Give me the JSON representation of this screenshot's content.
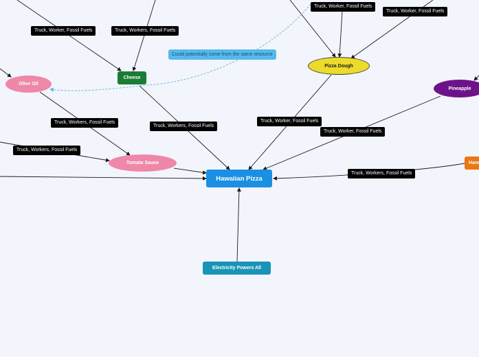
{
  "colors": {
    "background": "#f3f5fd",
    "central": "#1a8fe3",
    "cheese": "#1b7c36",
    "olive_oil": "#ef88a8",
    "tomato_sauce": "#ef88a8",
    "pizza_dough": "#ecdb2a",
    "pineapple": "#6e1289",
    "ham": "#ea7614",
    "electricity": "#1794b8",
    "edge_label": "#000000",
    "note": "#55b9ec",
    "note_link": "#55b9ec",
    "line": "#1a1a1a"
  },
  "nodes": {
    "central": "Hawaiian Pizza",
    "cheese": "Cheese",
    "olive_oil": "Olive Oil",
    "tomato_sauce": "Tomato Sauce",
    "pizza_dough": "Pizza Dough",
    "pineapple": "Pineapple",
    "ham": "Ham",
    "electricity": "Electricity Powers All"
  },
  "edge_labels": {
    "olive_tl": "Truck, Worker, Fossil Fuels",
    "cheese_top": "Truck, Workers, Fossil Fuels",
    "dough_top": "Truck, Worker, Fossil Fuels",
    "dough_top_right": "Truck, Worker, Fossil Fuels",
    "olive_to_sauce": "Truck, Workers, Fossil Fuels",
    "cheese_to_center": "Truck, Workers, Fossil Fuels",
    "dough_to_center": "Truck, Worker, Fossil Fuels",
    "pineapple_to_center": "Truck, Worker, Fossil Fuels",
    "left_to_sauce": "Truck, Workers, Fossil Fuels",
    "ham_to_center": "Truck, Workers, Fossil Fuels"
  },
  "note": "Could potentially come from the same resource"
}
